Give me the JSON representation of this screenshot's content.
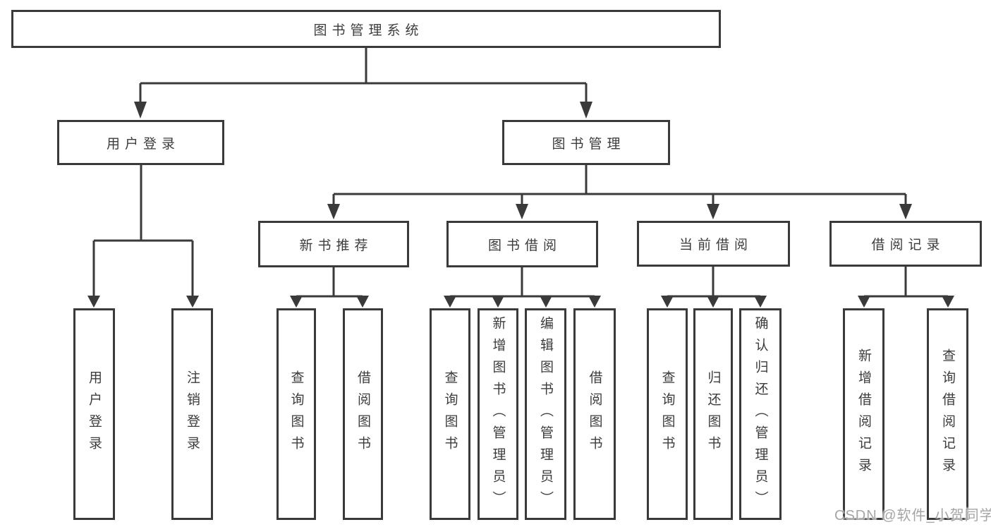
{
  "tree": {
    "root": {
      "label": "图书管理系统"
    },
    "branches": [
      {
        "label": "用户登录",
        "children": [
          {
            "label": "用户登录"
          },
          {
            "label": "注销登录"
          }
        ]
      },
      {
        "label": "图书管理",
        "children": [
          {
            "label": "新书推荐",
            "children": [
              {
                "label": "查询图书"
              },
              {
                "label": "借阅图书"
              }
            ]
          },
          {
            "label": "图书借阅",
            "children": [
              {
                "label": "查询图书"
              },
              {
                "label": "新增图书（管理员）"
              },
              {
                "label": "编辑图书（管理员）"
              },
              {
                "label": "借阅图书"
              }
            ]
          },
          {
            "label": "当前借阅",
            "children": [
              {
                "label": "查询图书"
              },
              {
                "label": "归还图书"
              },
              {
                "label": "确认归还（管理员）"
              }
            ]
          },
          {
            "label": "借阅记录",
            "children": [
              {
                "label": "新增借阅记录"
              },
              {
                "label": "查询借阅记录"
              }
            ]
          }
        ]
      }
    ]
  },
  "watermark": {
    "text": "CSDN @软件_小贺同学"
  },
  "colors": {
    "line": "#3a3a3a",
    "text": "#3c3c3c",
    "box_fill": "#ffffff",
    "watermark": "#a5a5a5",
    "background": "#ffffff"
  }
}
